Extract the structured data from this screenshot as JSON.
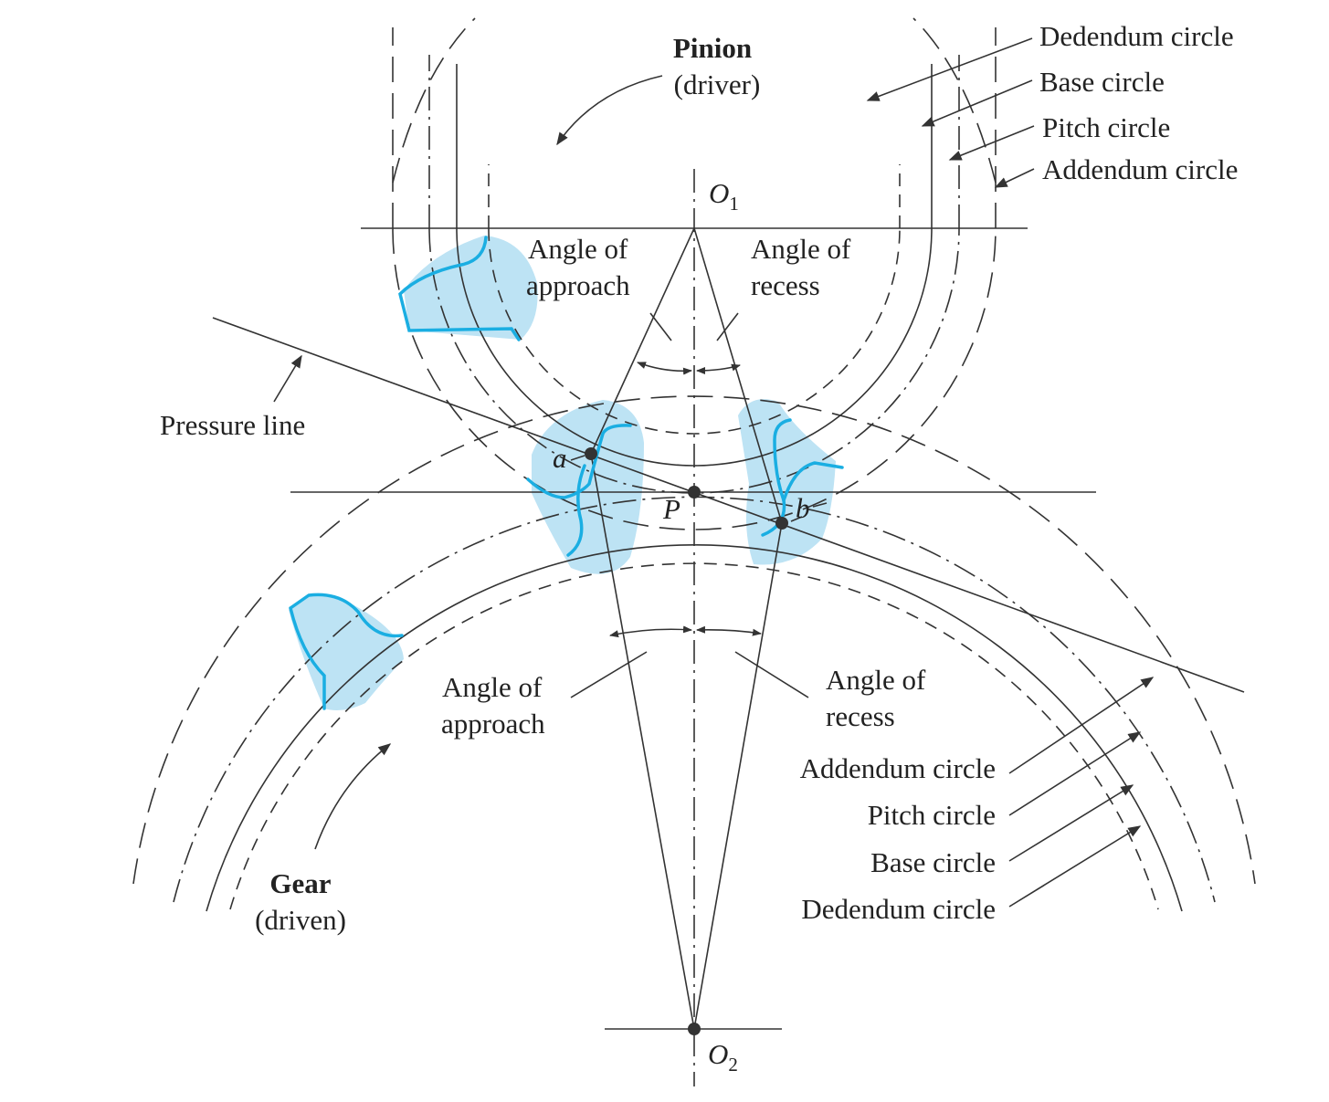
{
  "pinion": {
    "title": "Pinion",
    "subtitle": "(driver)"
  },
  "gear": {
    "title": "Gear",
    "subtitle": "(driven)"
  },
  "centers": {
    "o1": {
      "letter": "O",
      "sub": "1"
    },
    "o2": {
      "letter": "O",
      "sub": "2"
    }
  },
  "points": {
    "a": "a",
    "b": "b",
    "p": "P"
  },
  "pressure_line_label": "Pressure line",
  "pinion_angles": {
    "approach": [
      "Angle of",
      "approach"
    ],
    "recess": [
      "Angle of",
      "recess"
    ]
  },
  "gear_angles": {
    "approach": [
      "Angle of",
      "approach"
    ],
    "recess": [
      "Angle of",
      "recess"
    ]
  },
  "pinion_circles": [
    "Dedendum circle",
    "Base circle",
    "Pitch circle",
    "Addendum circle"
  ],
  "gear_circles": [
    "Addendum circle",
    "Pitch circle",
    "Base circle",
    "Dedendum circle"
  ],
  "colors": {
    "tooth_fill": "#bde3f4",
    "tooth_outline": "#1aaee2",
    "line": "#333333"
  }
}
